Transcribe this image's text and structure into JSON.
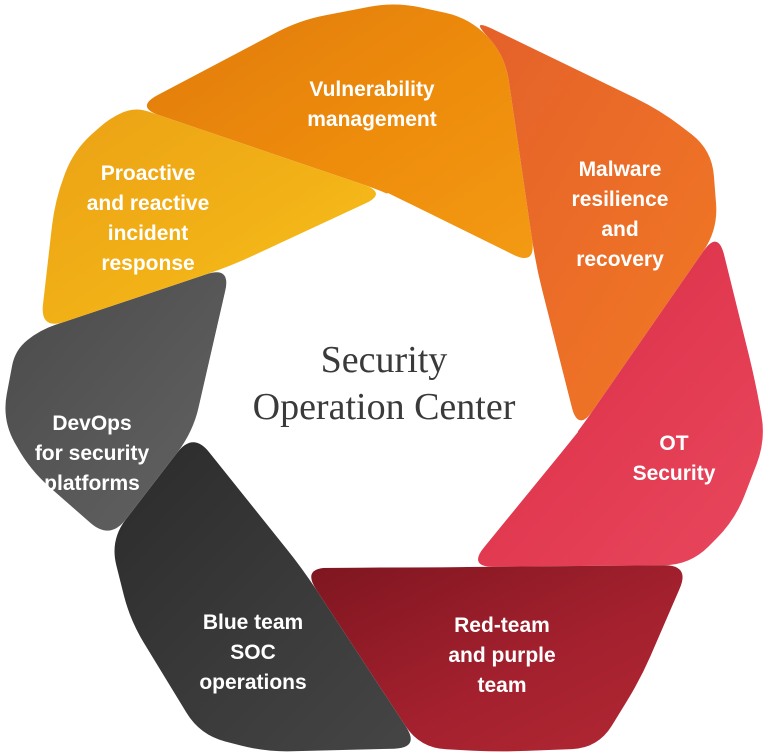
{
  "diagram": {
    "center": {
      "line1": "Security",
      "line2": "Operation Center"
    },
    "segments": [
      {
        "id": "vulnerability",
        "color": "#EE8C0C",
        "color_light": "#F39A13",
        "color_dark": "#E07B0B",
        "lines": [
          "Vulnerability",
          "management"
        ]
      },
      {
        "id": "malware",
        "color": "#EC6E27",
        "color_light": "#F07A22",
        "color_dark": "#E4612A",
        "lines": [
          "Malware",
          "resilience",
          "and",
          "recovery"
        ]
      },
      {
        "id": "ot",
        "color": "#E23B52",
        "color_light": "#E8475D",
        "color_dark": "#D52B44",
        "lines": [
          "OT",
          "Security"
        ]
      },
      {
        "id": "redteam",
        "color": "#A3202E",
        "color_light": "#B22833",
        "color_dark": "#7E1620",
        "lines": [
          "Red-team",
          "and purple",
          "team"
        ]
      },
      {
        "id": "blueteam",
        "color": "#3A3A3A",
        "color_light": "#454545",
        "color_dark": "#2B2B2B",
        "lines": [
          "Blue team",
          "SOC",
          "operations"
        ]
      },
      {
        "id": "devops",
        "color": "#585858",
        "color_light": "#636363",
        "color_dark": "#4A4A4A",
        "lines": [
          "DevOps",
          "for security",
          "platforms"
        ]
      },
      {
        "id": "incident",
        "color": "#F2B117",
        "color_light": "#F7C31B",
        "color_dark": "#EBA114",
        "lines": [
          "Proactive",
          "and reactive",
          "incident",
          "response"
        ]
      }
    ]
  }
}
